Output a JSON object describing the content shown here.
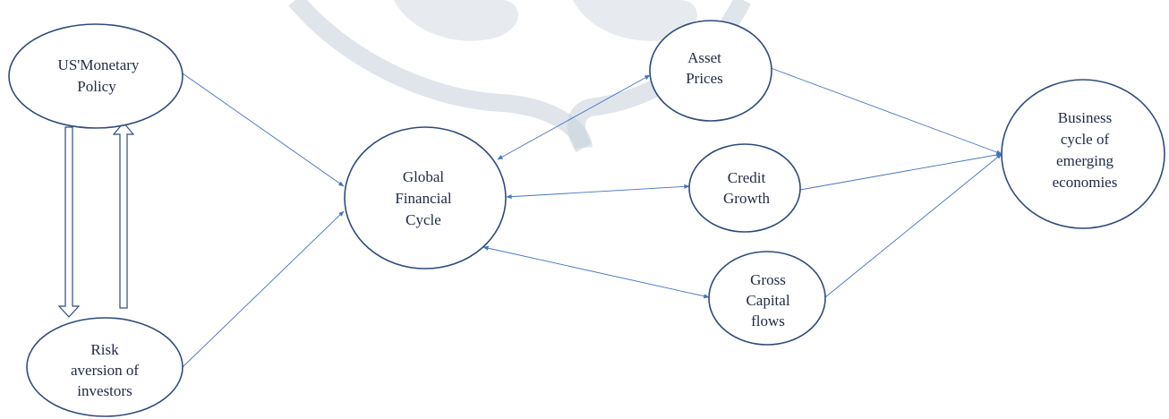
{
  "colors": {
    "node_stroke": "#2F4B7C",
    "edge": "#4472C4",
    "text": "#1f2a44",
    "watermark": "#c9d3dc"
  },
  "nodes": {
    "us_monetary_policy": {
      "lines": [
        "US'Monetary",
        "Policy"
      ]
    },
    "risk_aversion": {
      "lines": [
        "Risk",
        "aversion of",
        "investors"
      ]
    },
    "global_financial_cycle": {
      "lines": [
        "Global",
        "Financial",
        "Cycle"
      ]
    },
    "asset_prices": {
      "lines": [
        "Asset",
        "Prices"
      ]
    },
    "credit_growth": {
      "lines": [
        "Credit",
        "Growth"
      ]
    },
    "gross_capital_flows": {
      "lines": [
        "Gross",
        "Capital",
        "flows"
      ]
    },
    "business_cycle": {
      "lines": [
        "Business",
        "cycle of",
        "emerging",
        "economies"
      ]
    }
  },
  "edges": [
    {
      "from": "us_monetary_policy",
      "to": "global_financial_cycle",
      "direction": "forward"
    },
    {
      "from": "risk_aversion",
      "to": "global_financial_cycle",
      "direction": "forward"
    },
    {
      "from": "global_financial_cycle",
      "to": "asset_prices",
      "direction": "both"
    },
    {
      "from": "global_financial_cycle",
      "to": "credit_growth",
      "direction": "both"
    },
    {
      "from": "global_financial_cycle",
      "to": "gross_capital_flows",
      "direction": "both"
    },
    {
      "from": "asset_prices",
      "to": "business_cycle",
      "direction": "forward"
    },
    {
      "from": "credit_growth",
      "to": "business_cycle",
      "direction": "forward"
    },
    {
      "from": "gross_capital_flows",
      "to": "business_cycle",
      "direction": "forward"
    },
    {
      "from": "us_monetary_policy",
      "to": "risk_aversion",
      "direction": "hollow-down"
    },
    {
      "from": "risk_aversion",
      "to": "us_monetary_policy",
      "direction": "hollow-up"
    }
  ]
}
